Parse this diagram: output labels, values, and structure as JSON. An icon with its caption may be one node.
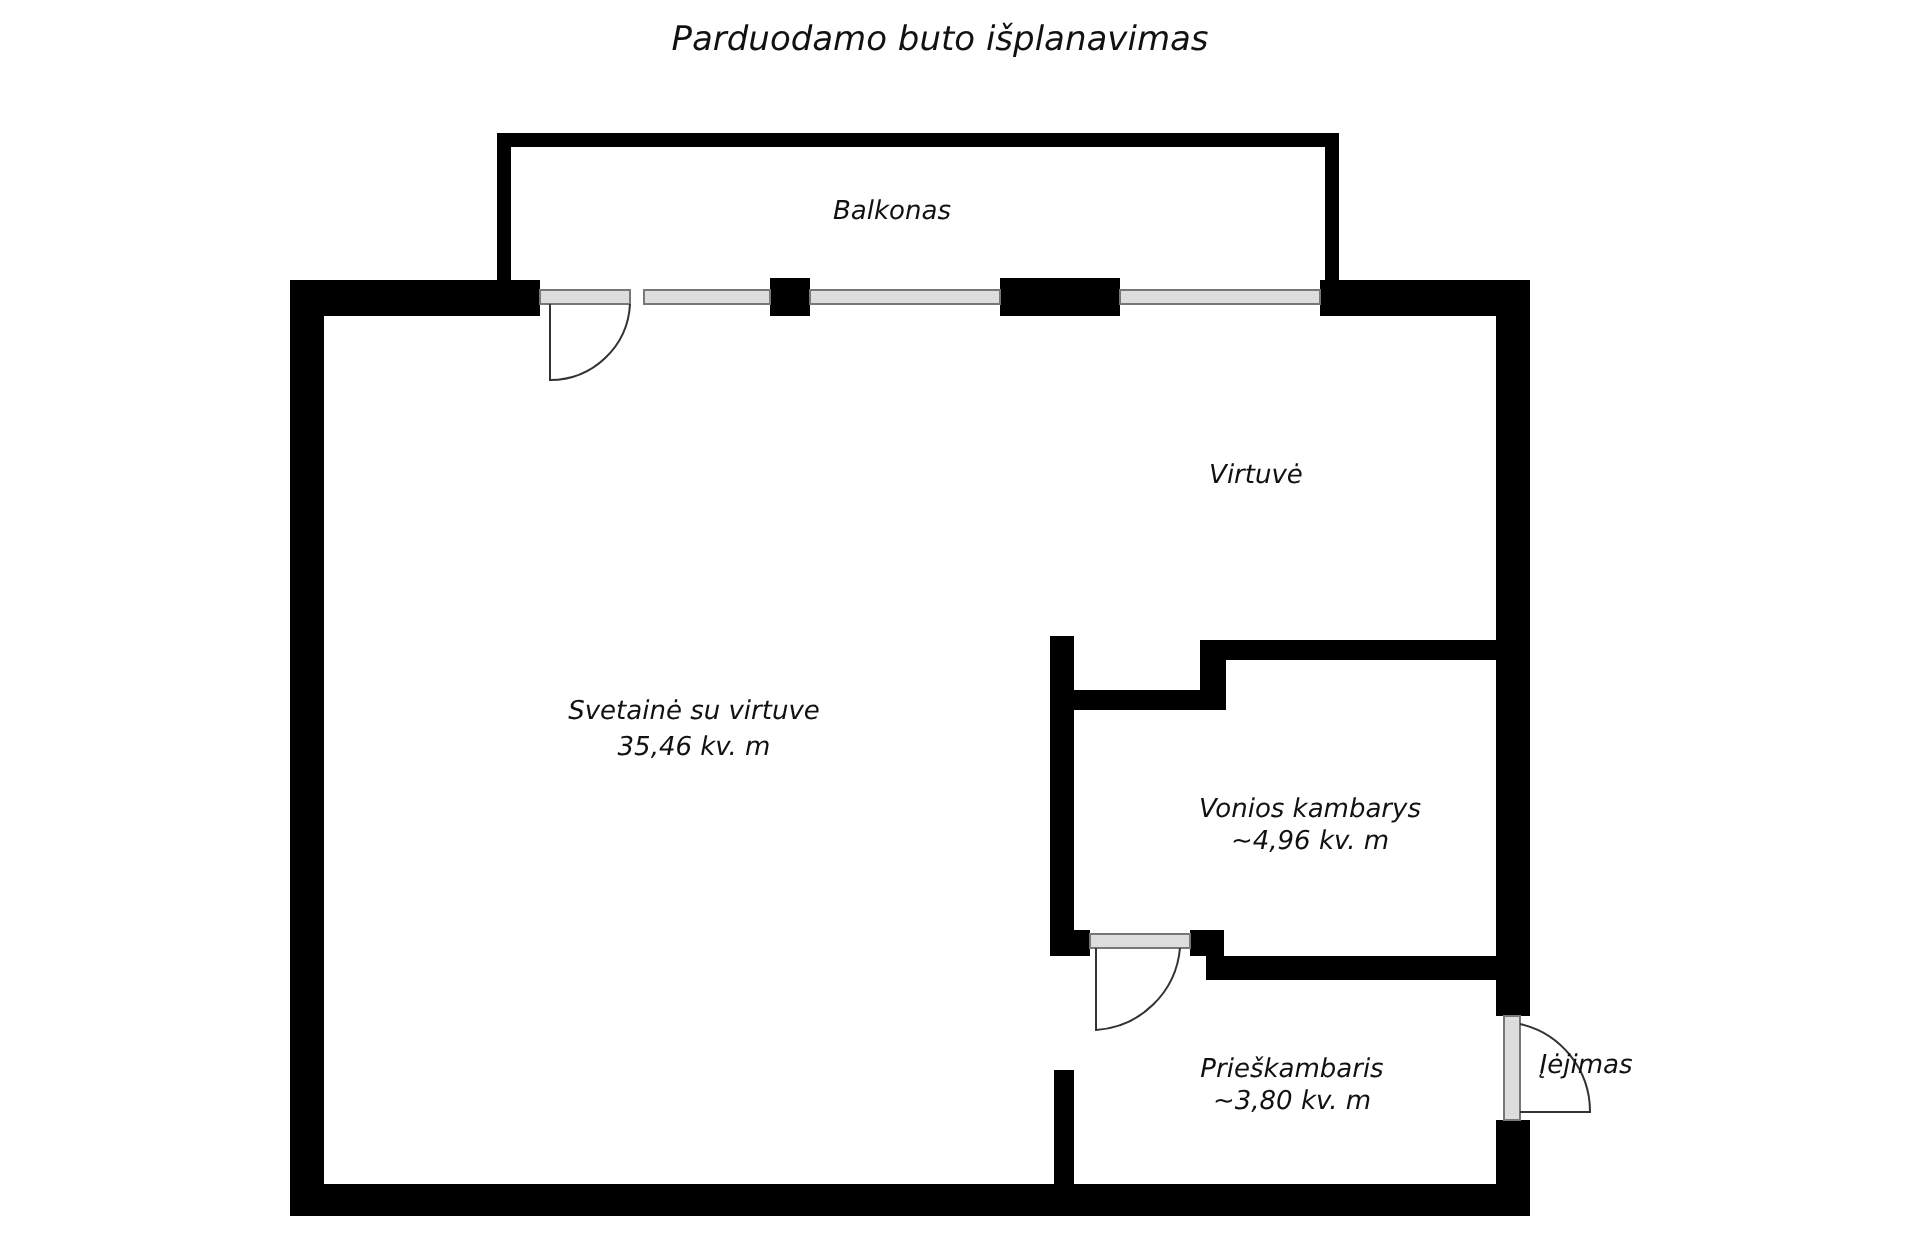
{
  "diagram": {
    "title": "Parduodamo buto išplanavimas",
    "labels": [
      "Balkonas",
      "Virtuvė",
      "Svetainė su virtuve",
      "35,46 kv. m",
      "Vonios kambarys",
      "~4,96 kv. m",
      "Prieškambaris",
      "~3,80 kv. m",
      "Įėjimas"
    ]
  }
}
